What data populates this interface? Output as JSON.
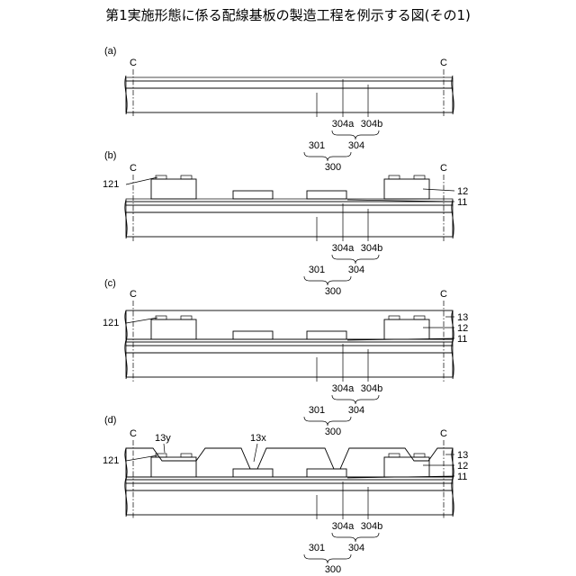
{
  "title": "第1実施形態に係る配線基板の製造工程を例示する図(その1)",
  "panels": [
    {
      "tag": "(a)",
      "cut_labels": [
        "C",
        "C"
      ],
      "bottom_labels": [
        "304a",
        "304b",
        "304",
        "301",
        "300"
      ],
      "side_labels": []
    },
    {
      "tag": "(b)",
      "cut_labels": [
        "C",
        "C"
      ],
      "bottom_labels": [
        "304a",
        "304b",
        "304",
        "301",
        "300"
      ],
      "side_labels": [
        "121",
        "12",
        "11"
      ]
    },
    {
      "tag": "(c)",
      "cut_labels": [
        "C",
        "C"
      ],
      "bottom_labels": [
        "304a",
        "304b",
        "304",
        "301",
        "300"
      ],
      "side_labels": [
        "121",
        "13",
        "12",
        "11"
      ]
    },
    {
      "tag": "(d)",
      "cut_labels": [
        "C",
        "C"
      ],
      "bottom_labels": [
        "304a",
        "304b",
        "304",
        "301",
        "300"
      ],
      "side_labels": [
        "121",
        "13",
        "12",
        "11"
      ],
      "opening_labels": [
        "13y",
        "13x"
      ]
    }
  ]
}
